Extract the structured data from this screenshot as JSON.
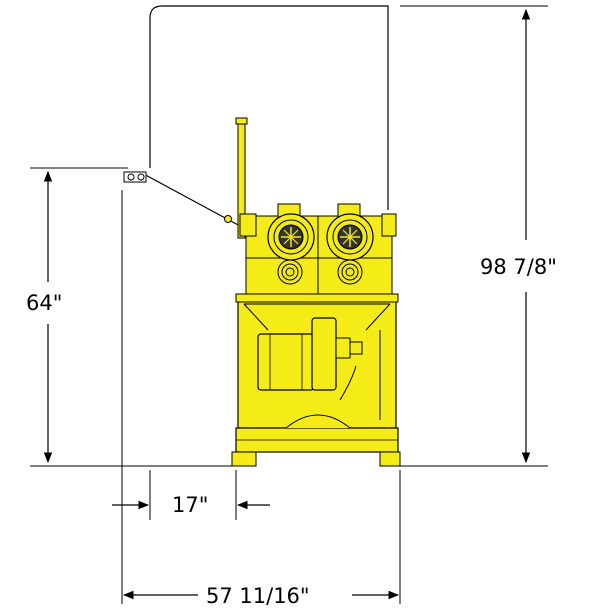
{
  "dimensions": {
    "total_height": "98 7/8\"",
    "base_height": "64\"",
    "offset_width": "17\"",
    "total_width": "57 11/16\""
  },
  "colors": {
    "machine_yellow": "#f5eb16",
    "outline": "#000000",
    "background": "#ffffff"
  }
}
